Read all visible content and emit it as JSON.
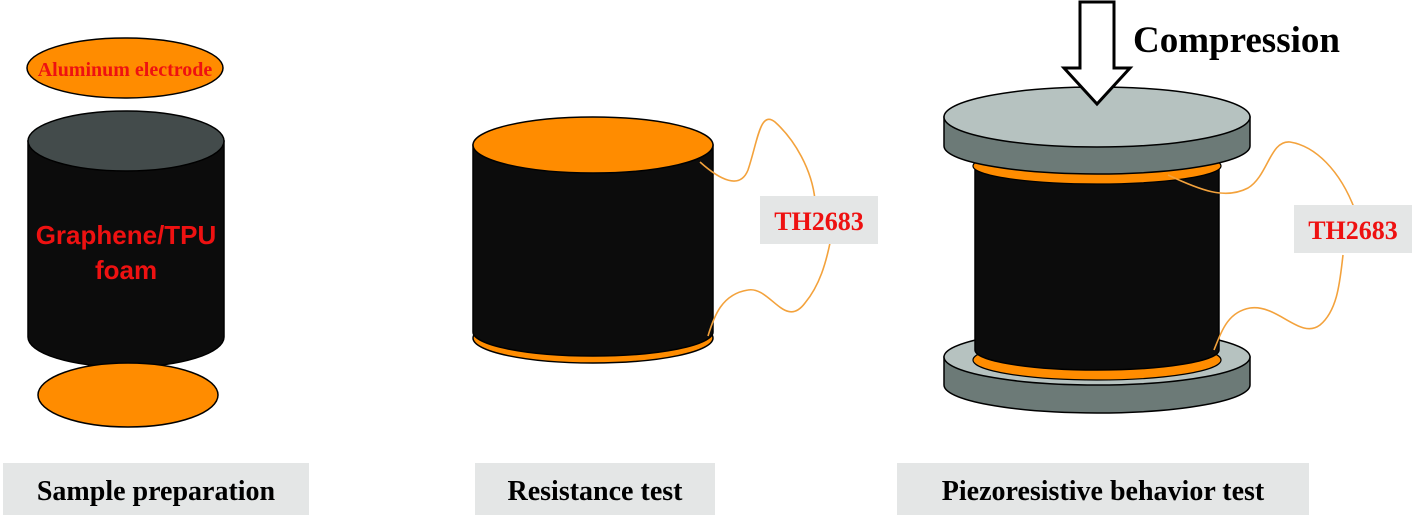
{
  "panels": {
    "sample_preparation": {
      "caption": "Sample preparation",
      "top_electrode_label": "Aluminum electrode",
      "foam_label_line1": "Graphene/TPU",
      "foam_label_line2": "foam"
    },
    "resistance_test": {
      "caption": "Resistance test",
      "instrument_label": "TH2683"
    },
    "piezoresistive_test": {
      "caption": "Piezoresistive behavior test",
      "instrument_label": "TH2683",
      "force_label": "Compression"
    }
  },
  "colors": {
    "electrode": "#ff8c00",
    "foam": "#0c0c0c",
    "foam_top": "#434b4b",
    "plate_top": "#b6c2c0",
    "plate_side": "#6c7a77",
    "label_red": "#ee1111",
    "caption_bg": "#e4e6e6",
    "wire": "#f3a23c"
  }
}
